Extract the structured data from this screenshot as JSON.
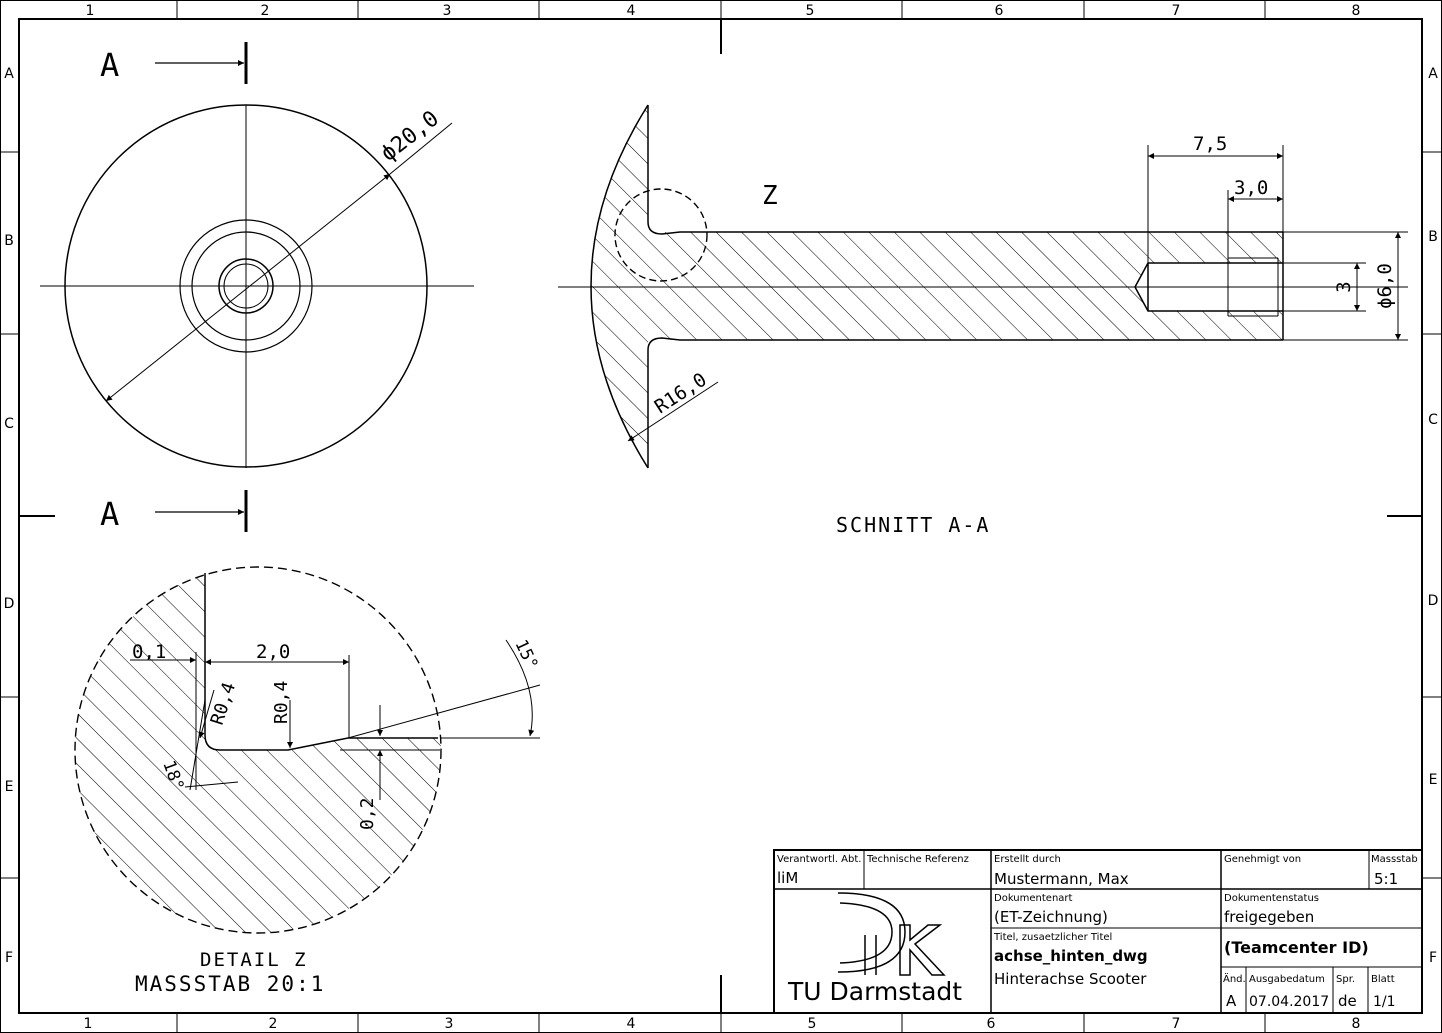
{
  "frame": {
    "columns": [
      "1",
      "2",
      "3",
      "4",
      "5",
      "6",
      "7",
      "8"
    ],
    "rows": [
      "A",
      "B",
      "C",
      "D",
      "E",
      "F"
    ]
  },
  "front_view": {
    "section_marker_top": "A",
    "section_marker_bottom": "A",
    "diameter_label": "ϕ20,0"
  },
  "section_view": {
    "detail_marker": "Z",
    "dim_7_5": "7,5",
    "dim_3_0": "3,0",
    "dim_3": "3",
    "dim_dia_6": "ϕ6,0",
    "radius_label": "R16,0",
    "caption": "SCHNITT A-A"
  },
  "detail_view": {
    "dim_0_1": "0,1",
    "dim_2_0": "2,0",
    "radius_a": "R0,4",
    "radius_b": "R0,4",
    "angle_15": "15°",
    "angle_18": "18°",
    "dim_0_2": "0,2",
    "caption_1": "DETAIL Z",
    "caption_2": "MASSSTAB 20:1"
  },
  "title_block": {
    "h_verantwortl": "Verantwortl. Abt.",
    "v_verantwortl": "liM",
    "h_tech_ref": "Technische Referenz",
    "v_tech_ref": "",
    "h_erstellt": "Erstellt durch",
    "v_erstellt": "Mustermann, Max",
    "h_genehmigt": "Genehmigt von",
    "v_genehmigt": "",
    "h_massstab": "Massstab",
    "v_massstab": "5:1",
    "h_dokumentenart": "Dokumentenart",
    "v_dokumentenart": "(ET-Zeichnung)",
    "h_status": "Dokumentenstatus",
    "v_status": "freigegeben",
    "h_titel": "Titel, zusaetzlicher Titel",
    "v_titel": "achse_hinten_dwg",
    "v_titel2": "Hinterachse Scooter",
    "v_teamcenter": "(Teamcenter ID)",
    "h_aend": "Änd.",
    "v_aend": "A",
    "h_ausgabe": "Ausgabedatum",
    "v_ausgabe": "07.04.2017",
    "h_spr": "Spr.",
    "v_spr": "de",
    "h_blatt": "Blatt",
    "v_blatt": "1/1",
    "logo_text": "TU Darmstadt"
  }
}
